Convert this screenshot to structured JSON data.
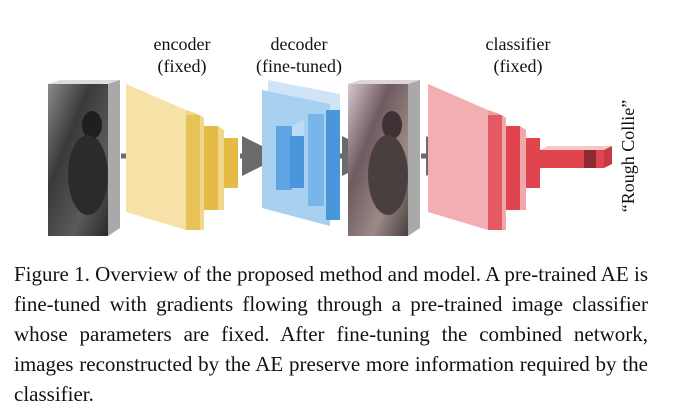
{
  "figure": {
    "encoder_label_1": "encoder",
    "encoder_label_2": "(fixed)",
    "decoder_label_1": "decoder",
    "decoder_label_2": "(fine-tuned)",
    "classifier_label_1": "classifier",
    "classifier_label_2": "(fixed)",
    "output_label": "“Rough Collie”",
    "colors": {
      "encoder": "#f6e2a6",
      "encoder_dark": "#e3bb45",
      "decoder": "#a7d0f1",
      "decoder_dark": "#4a96dc",
      "classifier": "#f3aeb1",
      "classifier_dark": "#e0444e",
      "arrow": "#6b6b6b",
      "frame_edge": "#a9a9a9"
    }
  },
  "caption": {
    "text": "Figure 1. Overview of the proposed method and model.  A pre-trained AE is fine-tuned with gradients flowing through a pre-trained image classifier whose parameters are fixed.  After fine-tuning the combined network, images reconstructed by the AE preserve more information required by the classifier."
  }
}
